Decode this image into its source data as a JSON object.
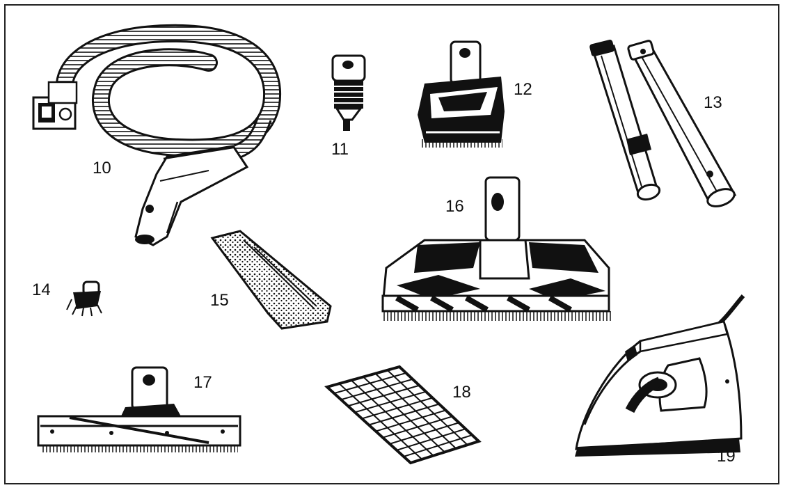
{
  "figure": {
    "parts": [
      {
        "id": "10",
        "label": "10"
      },
      {
        "id": "11",
        "label": "11"
      },
      {
        "id": "12",
        "label": "12"
      },
      {
        "id": "13",
        "label": "13"
      },
      {
        "id": "14",
        "label": "14"
      },
      {
        "id": "15",
        "label": "15"
      },
      {
        "id": "16",
        "label": "16"
      },
      {
        "id": "17",
        "label": "17"
      },
      {
        "id": "18",
        "label": "18"
      },
      {
        "id": "19",
        "label": "19"
      }
    ]
  },
  "colors": {
    "ink": "#111111",
    "paper": "#ffffff"
  }
}
